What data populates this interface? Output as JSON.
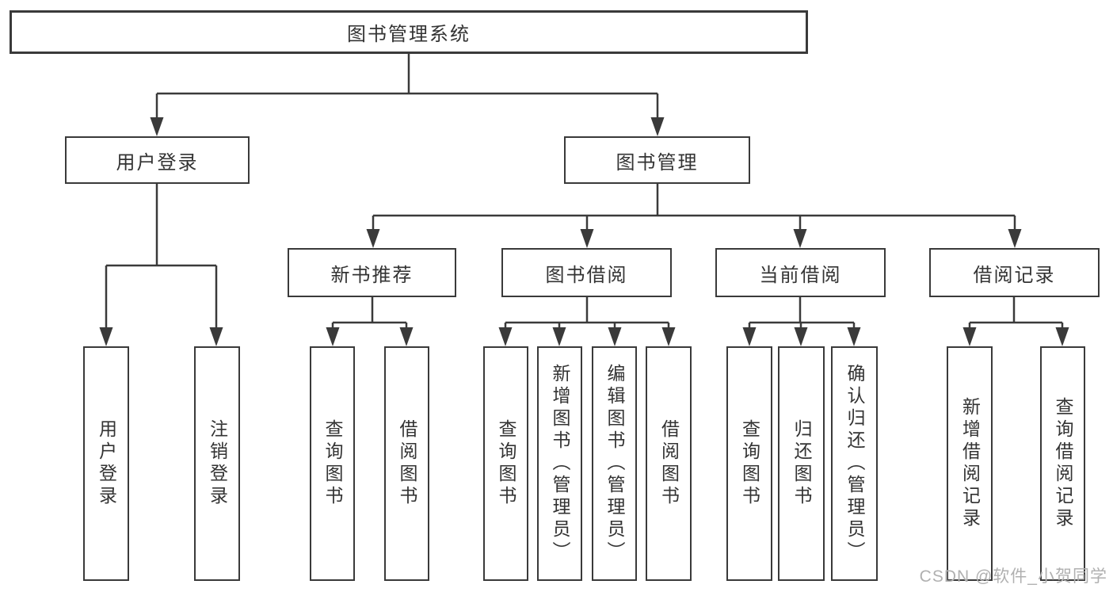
{
  "diagram_title": "图书管理系统",
  "tree": {
    "label": "图书管理系统",
    "children": [
      {
        "label": "用户登录",
        "children": [
          {
            "label": "用户登录"
          },
          {
            "label": "注销登录"
          }
        ]
      },
      {
        "label": "图书管理",
        "children": [
          {
            "label": "新书推荐",
            "children": [
              {
                "label": "查询图书"
              },
              {
                "label": "借阅图书"
              }
            ]
          },
          {
            "label": "图书借阅",
            "children": [
              {
                "label": "查询图书"
              },
              {
                "label": "新增图书（管理员）"
              },
              {
                "label": "编辑图书（管理员）"
              },
              {
                "label": "借阅图书"
              }
            ]
          },
          {
            "label": "当前借阅",
            "children": [
              {
                "label": "查询图书"
              },
              {
                "label": "归还图书"
              },
              {
                "label": "确认归还（管理员）"
              }
            ]
          },
          {
            "label": "借阅记录",
            "children": [
              {
                "label": "新增借阅记录"
              },
              {
                "label": "查询借阅记录"
              }
            ]
          }
        ]
      }
    ]
  },
  "watermark": {
    "text": "CSDN @软件_小贺同学"
  },
  "colors": {
    "line": "#3a3a3a",
    "text": "#333333",
    "box_background": "#ffffff",
    "watermark": "#b0b0b0",
    "background": "#ffffff"
  }
}
